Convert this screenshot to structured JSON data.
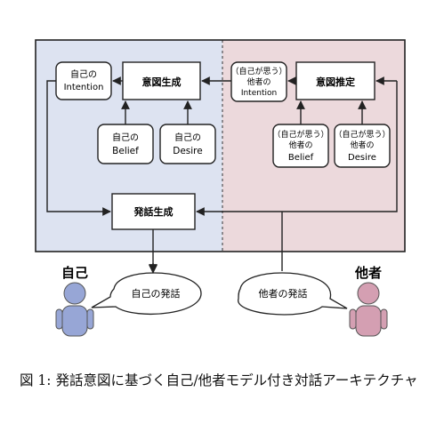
{
  "diagram": {
    "self_side": {
      "title": "自己",
      "intention": [
        "自己の",
        "Intention"
      ],
      "generation": "意図生成",
      "belief": [
        "自己の",
        "Belief"
      ],
      "desire": [
        "自己の",
        "Desire"
      ],
      "speech_generation": "発話生成",
      "speech_bubble": "自己の発話"
    },
    "other_side": {
      "title": "他者",
      "intention": [
        "（自己が思う）",
        "他者の",
        "Intention"
      ],
      "estimation": "意図推定",
      "belief": [
        "（自己が思う）",
        "他者の",
        "Belief"
      ],
      "desire": [
        "（自己が思う）",
        "他者の",
        "Desire"
      ],
      "speech_bubble": "他者の発話"
    },
    "colors": {
      "self_region": "#dde3f1",
      "other_region": "#ecd9dc",
      "self_person": "#97a6d6",
      "other_person": "#d49fb2",
      "stroke": "#222222"
    }
  },
  "caption": "図 1: 発話意図に基づく自己/他者モデル付き対話アーキテクチャ"
}
